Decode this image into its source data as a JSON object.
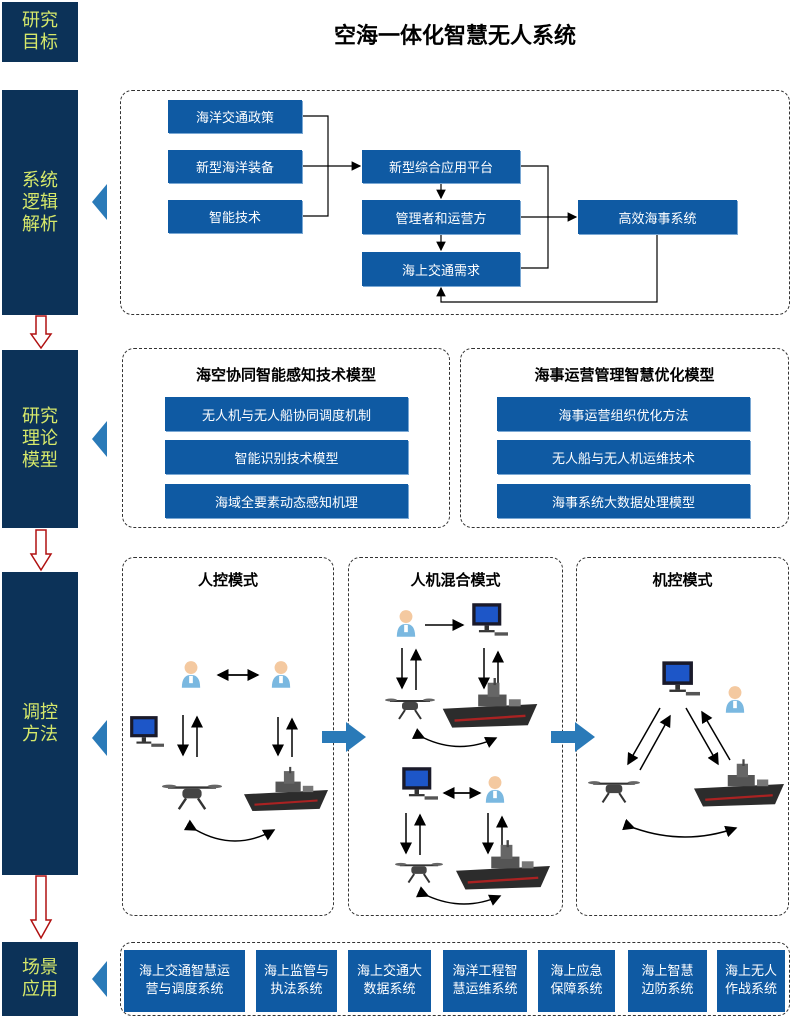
{
  "title": "空海一体化智慧无人系统",
  "side": {
    "goal": "研究\n目标",
    "logic": "系统\n逻辑\n解析",
    "theory": "研究\n理论\n模型",
    "control": "调控\n方法",
    "scene": "场景\n应用"
  },
  "logic": {
    "policy": "海洋交通政策",
    "equipment": "新型海洋装备",
    "tech": "智能技术",
    "platform": "新型综合应用平台",
    "manager": "管理者和运营方",
    "demand": "海上交通需求",
    "system": "高效海事系统"
  },
  "theory": {
    "left": {
      "title": "海空协同智能感知技术模型",
      "items": [
        "无人机与无人船协同调度机制",
        "智能识别技术模型",
        "海域全要素动态感知机理"
      ]
    },
    "right": {
      "title": "海事运营管理智慧优化模型",
      "items": [
        "海事运营组织优化方法",
        "无人船与无人机运维技术",
        "海事系统大数据处理模型"
      ]
    }
  },
  "control": {
    "manual": "人控模式",
    "hybrid": "人机混合模式",
    "machine": "机控模式"
  },
  "scenes": [
    "海上交通智慧运\n营与调度系统",
    "海上监管与\n执法系统",
    "海上交通大\n数据系统",
    "海洋工程智\n慧运维系统",
    "海上应急\n保障系统",
    "海上智慧\n边防系统",
    "海上无人\n作战系统"
  ],
  "colors": {
    "navy": "#0c3258",
    "box": "#0f5aa3",
    "label": "#d6e86a",
    "arrow": "#2a7ab8",
    "red": "#b01010"
  }
}
